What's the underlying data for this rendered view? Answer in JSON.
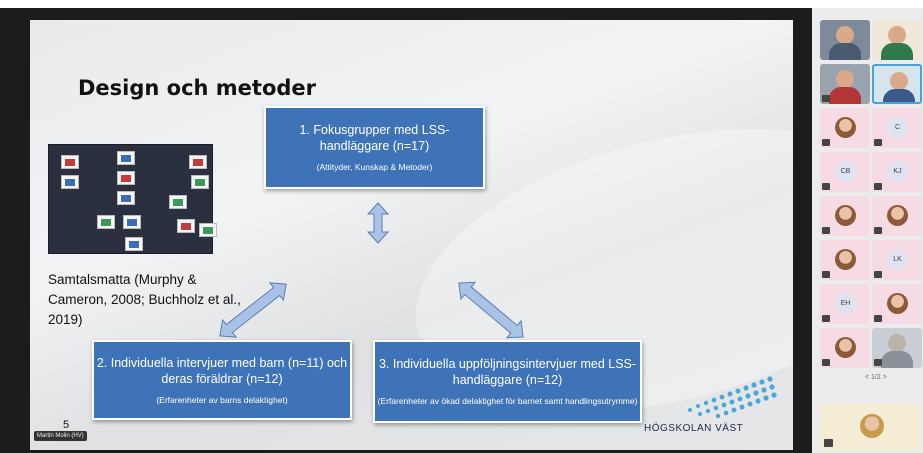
{
  "slide": {
    "title": "Design och metoder",
    "caption": "Samtalsmatta (Murphy & Cameron, 2008; Buchholz et al., 2019)",
    "box1": {
      "main": "1. Fokusgrupper med LSS-handläggare (n=17)",
      "sub": "(Attityder, Kunskap & Metoder)"
    },
    "box2": {
      "main": "2. Individuella intervjuer med barn (n=11) och deras föräldrar (n=12)",
      "sub": "(Erfarenheter av barns delaktighet)"
    },
    "box3": {
      "main": "3. Individuella uppföljningsintervjuer med LSS-handläggare (n=12)",
      "sub": "(Erfarenheter av ökad delaktighet för barnet samt handlingsutrymme)"
    },
    "slide_number": "5",
    "presenter_label": "Martin Molin (HV)",
    "logo": "HÖGSKOLAN VÄST",
    "box_color": "#3e73b8",
    "arrow_color": "#a9c3e6"
  },
  "participants": {
    "initials": [
      "C",
      "CB",
      "KJ",
      "LK",
      "EH"
    ],
    "pager": "< 1/2 >"
  }
}
